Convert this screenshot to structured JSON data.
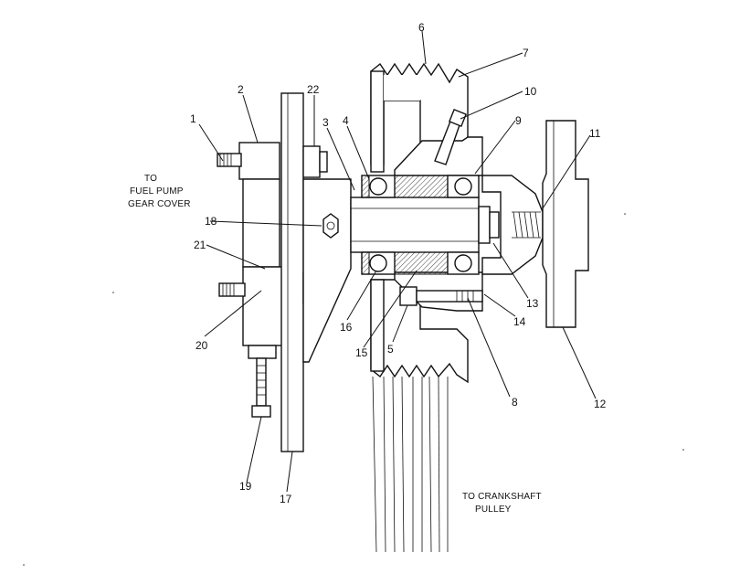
{
  "notes": {
    "fuel_pump_1": "TO",
    "fuel_pump_2": "FUEL PUMP",
    "fuel_pump_3": "GEAR COVER",
    "crankshaft_1": "TO CRANKSHAFT",
    "crankshaft_2": "PULLEY"
  },
  "callouts": {
    "c1": "1",
    "c2": "2",
    "c3": "3",
    "c4": "4",
    "c5": "5",
    "c6": "6",
    "c7": "7",
    "c8": "8",
    "c9": "9",
    "c10": "10",
    "c11": "11",
    "c12": "12",
    "c13": "13",
    "c14": "14",
    "c15": "15",
    "c16": "16",
    "c17": "17",
    "c18": "18",
    "c19": "19",
    "c20": "20",
    "c21": "21",
    "c22": "22"
  }
}
